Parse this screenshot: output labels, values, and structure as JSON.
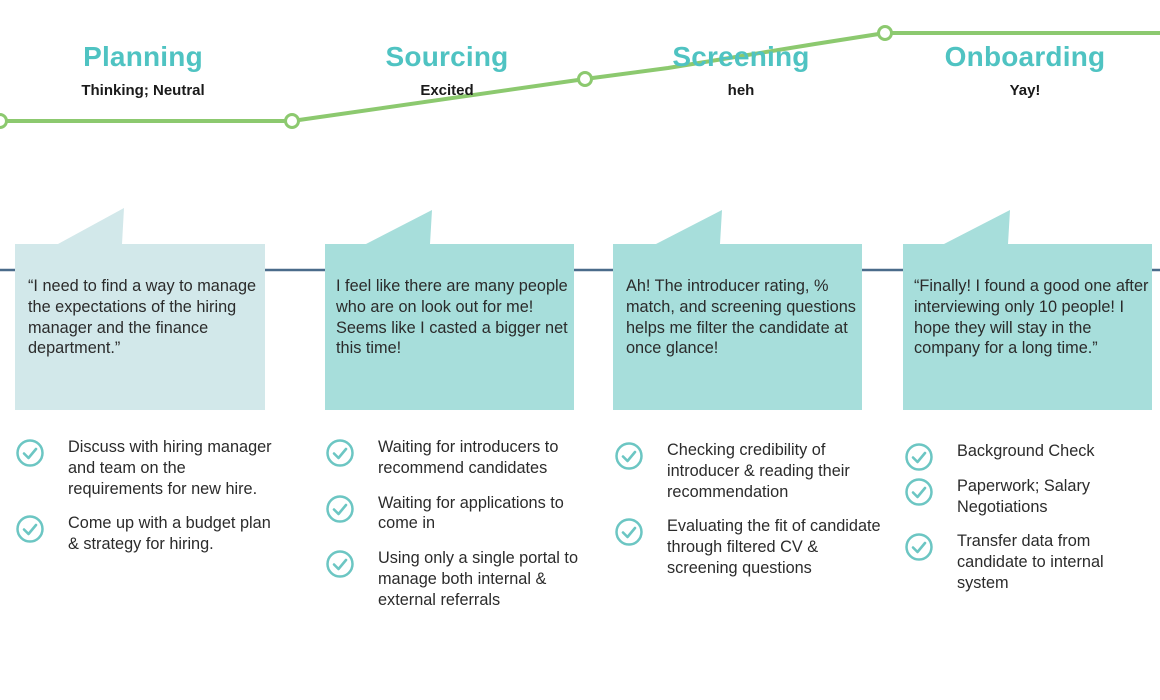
{
  "colors": {
    "accent": "#4fc3c2",
    "journey_line": "#8cc96f",
    "timeline": "#4a6b8a",
    "bubble_light": "#d2e8ea",
    "bubble": "#a7dedb",
    "check_icon": "#6cc6c3"
  },
  "stages": [
    {
      "title": "Planning",
      "emotion": "Thinking; Neutral",
      "quote": "“I need to find a way to manage the expectations of the hiring manager and the finance department.”",
      "tasks": [
        "Discuss with hiring manager and team on the requirements for new hire.",
        "Come up with a budget plan & strategy for hiring."
      ]
    },
    {
      "title": "Sourcing",
      "emotion": "Excited",
      "quote": "I feel like there are many people who are on look out for me! Seems like I casted a bigger net this time!",
      "tasks": [
        "Waiting for introducers to recommend candidates",
        "Waiting for applications to come in",
        "Using only a single portal to manage both internal & external referrals"
      ]
    },
    {
      "title": "Screening",
      "emotion": "heh",
      "quote": "Ah! The introducer rating, % match, and screening questions helps me filter the candidate at once glance!",
      "tasks": [
        "Checking credibility of introducer & reading their recommendation",
        "Evaluating the fit of candidate through filtered CV & screening questions"
      ]
    },
    {
      "title": "Onboarding",
      "emotion": "Yay!",
      "quote": "“Finally! I found a good one after interviewing only 10 people! I hope they will stay in the company for a long time.”",
      "tasks": [
        "Background Check",
        "Paperwork; Salary Negotiations",
        "Transfer data from candidate to internal system"
      ]
    }
  ]
}
